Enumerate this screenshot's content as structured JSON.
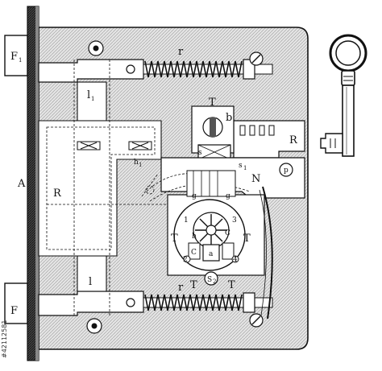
{
  "labels": {
    "F1": "F",
    "F1_sub": "1",
    "F": "F",
    "A": "A",
    "R_left": "R",
    "R_right": "R",
    "l1": "l",
    "l1_sub": "1",
    "l": "l",
    "r_top": "r",
    "r_bottom": "r",
    "T_top": "T",
    "b": "b",
    "s": "s",
    "s1": "s",
    "s1_sub": "1",
    "N": "N",
    "p": "p",
    "h1": "h",
    "h1_sub": "1",
    "g_left": "g",
    "g_right": "g",
    "T_left": "T",
    "T_right": "T",
    "T_bottom_left": "T",
    "T_bottom_right": "T",
    "h": "h",
    "c_left": "C",
    "c_right": "C",
    "a": "a",
    "s2": "S",
    "s2_sub": "2",
    "n1": "1",
    "n2": "2",
    "n3": "3",
    "n4": "4"
  },
  "watermark_id": "#42112581",
  "colors": {
    "ink": "#111111",
    "plate": "#d9d9d9",
    "background": "#ffffff"
  }
}
